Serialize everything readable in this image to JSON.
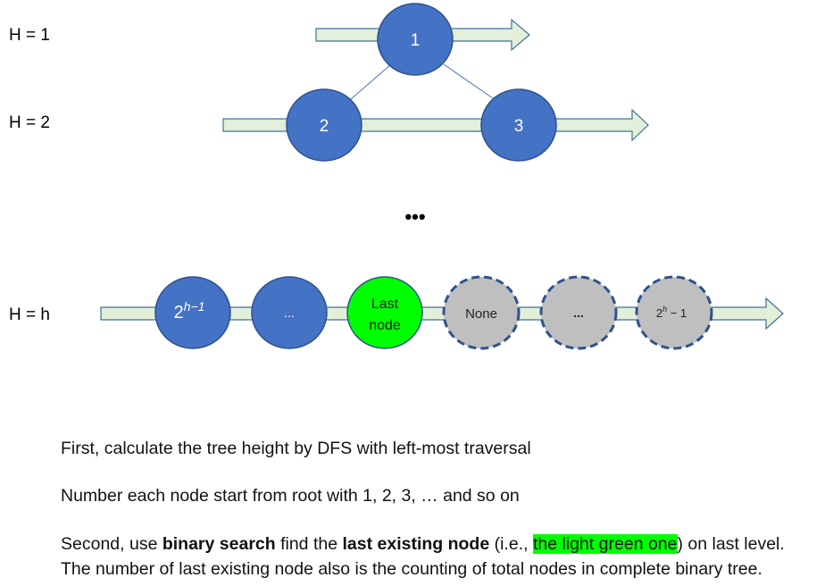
{
  "levels": {
    "h1": "H = 1",
    "h2": "H = 2",
    "hh": "H = h"
  },
  "nodes": {
    "n1": "1",
    "n2": "2",
    "n3": "3",
    "first_last_level_base": "2",
    "first_last_level_exp": "h−1",
    "blue_ellipsis": "...",
    "last_node_line1": "Last",
    "last_node_line2": "node",
    "none_node": "None",
    "gray_ellipsis": "...",
    "end_node_base": "2",
    "end_node_exp": "h",
    "end_node_suffix": " − 1"
  },
  "ellipsis": "•••",
  "text": {
    "line1": "First, calculate the tree height by DFS with left-most traversal",
    "line2": "Number each node start from root with 1, 2, 3, … and so on",
    "line3_a": "Second, use ",
    "line3_b": "binary search",
    "line3_c": " find the ",
    "line3_d": "last existing node",
    "line3_e": " (i.e., ",
    "line3_f": "the light green one",
    "line3_g": ") on last level.",
    "line4": "The number of last existing node also is the counting of total nodes in complete binary tree."
  },
  "colors": {
    "node_blue": "#4472c4",
    "node_blue_border": "#2f528f",
    "last_node_green": "#00ff00",
    "none_gray": "#bfbfbf",
    "dashed_border": "#2f528f",
    "arrow_fill": "#e2f0d9",
    "arrow_stroke": "#41719c",
    "highlight": "#00ff00"
  }
}
